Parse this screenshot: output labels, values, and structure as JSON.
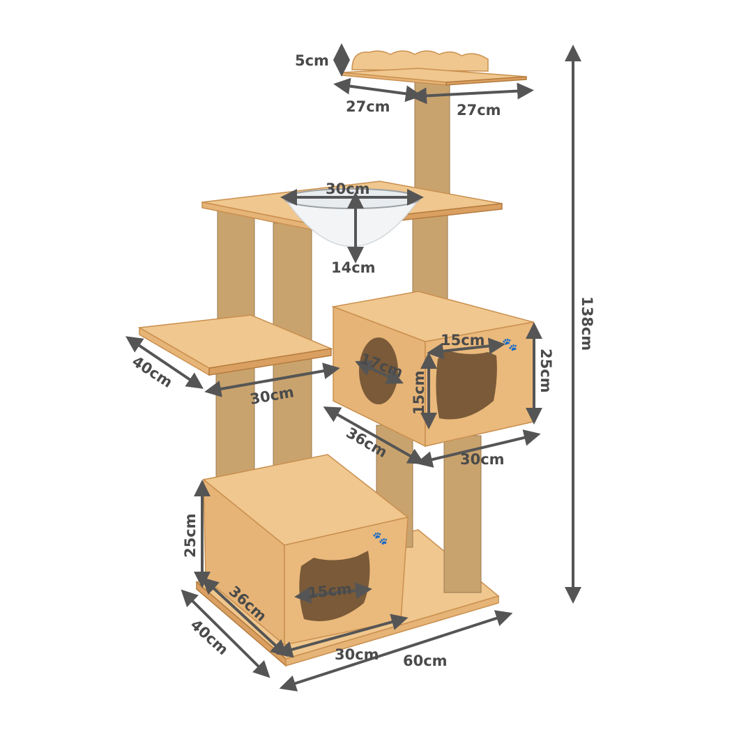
{
  "colors": {
    "wood": "#e6b477",
    "rope": "#c9a36e",
    "dimension_line": "#555555",
    "text": "#4a4a4a"
  },
  "dimensions": {
    "top_perch_height": "5cm",
    "top_perch_depth": "27cm",
    "top_perch_width": "27cm",
    "bowl_diameter": "30cm",
    "bowl_depth": "14cm",
    "total_height": "138cm",
    "side_platform_depth": "40cm",
    "side_platform_width": "30cm",
    "upper_box_side_hole": "17cm",
    "upper_box_front_hole_width": "15cm",
    "upper_box_front_hole_height": "15cm",
    "upper_box_height": "25cm",
    "upper_box_depth": "36cm",
    "upper_box_width": "30cm",
    "lower_box_height": "25cm",
    "lower_box_depth": "36cm",
    "lower_box_hole_width": "15cm",
    "base_depth": "40cm",
    "lower_box_width": "30cm",
    "base_width": "60cm"
  }
}
